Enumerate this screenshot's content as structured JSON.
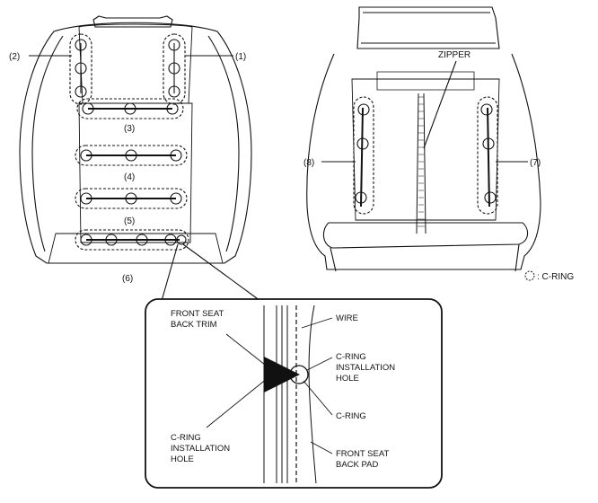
{
  "colors": {
    "ink": "#111111",
    "paper": "#ffffff"
  },
  "labels": {
    "group_1": "(1)",
    "group_2": "(2)",
    "group_3": "(3)",
    "group_4": "(4)",
    "group_5": "(5)",
    "group_6": "(6)",
    "group_7": "(7)",
    "group_8": "(8)",
    "zipper": "ZIPPER",
    "legend": ": C-RING"
  },
  "detail": {
    "trim_line1": "FRONT SEAT",
    "trim_line2": "BACK TRIM",
    "wire": "WIRE",
    "cring_hole_right_1": "C-RING",
    "cring_hole_right_2": "INSTALLATION",
    "cring_hole_right_3": "HOLE",
    "cring": "C-RING",
    "cring_hole_left_1": "C-RING",
    "cring_hole_left_2": "INSTALLATION",
    "cring_hole_left_3": "HOLE",
    "pad_line1": "FRONT SEAT",
    "pad_line2": "BACK PAD"
  },
  "icons": {
    "legend_icon": "dashed-circle-icon",
    "arrow": "arrow-right-icon"
  }
}
